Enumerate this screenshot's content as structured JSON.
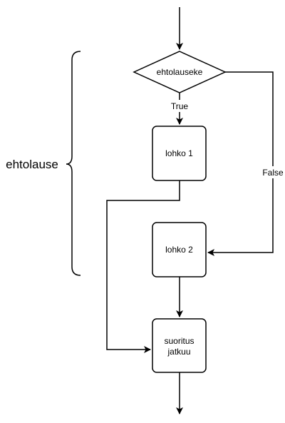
{
  "diagram": {
    "brace_label": "ehtolause",
    "nodes": {
      "condition": "ehtolauseke",
      "block1": "lohko 1",
      "block2": "lohko 2",
      "continue_line1": "suoritus",
      "continue_line2": "jatkuu"
    },
    "edges": {
      "true_label": "True",
      "false_label": "False"
    },
    "colors": {
      "stroke": "#000000",
      "fill": "#ffffff"
    }
  }
}
